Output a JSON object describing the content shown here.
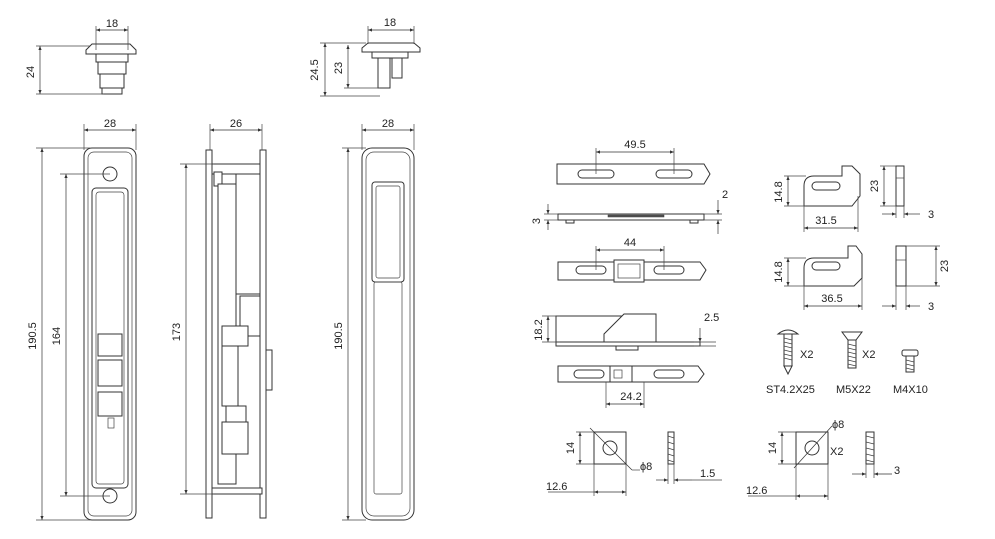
{
  "dimensions": {
    "top_handle_width": "18",
    "top_handle_height": "24",
    "top_right_width": "18",
    "top_right_height_outer": "24.5",
    "top_right_height_inner": "23",
    "front_width": "28",
    "front_height": "190.5",
    "front_hole_spacing": "164",
    "side_width": "26",
    "side_height": "173",
    "back_width": "28",
    "back_height": "190.5",
    "plate_slot_spacing": "49.5",
    "plate_thickness_right": "2",
    "plate_thickness_left": "3",
    "strike_slot_spacing": "44",
    "lock_height": "18.2",
    "lock_offset": "2.5",
    "lock_width": "24.2",
    "hook_top_height": "14.8",
    "hook_top_width": "31.5",
    "hook_top_side_height": "23",
    "hook_top_side_thickness": "3",
    "hook_bottom_height": "14.8",
    "hook_bottom_width": "36.5",
    "hook_bottom_side_height": "23",
    "hook_bottom_side_thickness": "3",
    "spacer_left_height": "14",
    "spacer_left_diameter": "ϕ8",
    "spacer_left_width": "12.6",
    "spacer_left_thickness": "1.5",
    "spacer_right_height": "14",
    "spacer_right_diameter": "ϕ8",
    "spacer_right_qty": "X2",
    "spacer_right_width": "12.6",
    "spacer_right_thickness": "3"
  },
  "screws": [
    {
      "qty": "X2",
      "label": "ST4.2X25"
    },
    {
      "qty": "X2",
      "label": "M5X22"
    },
    {
      "qty": "",
      "label": "M4X10"
    }
  ]
}
